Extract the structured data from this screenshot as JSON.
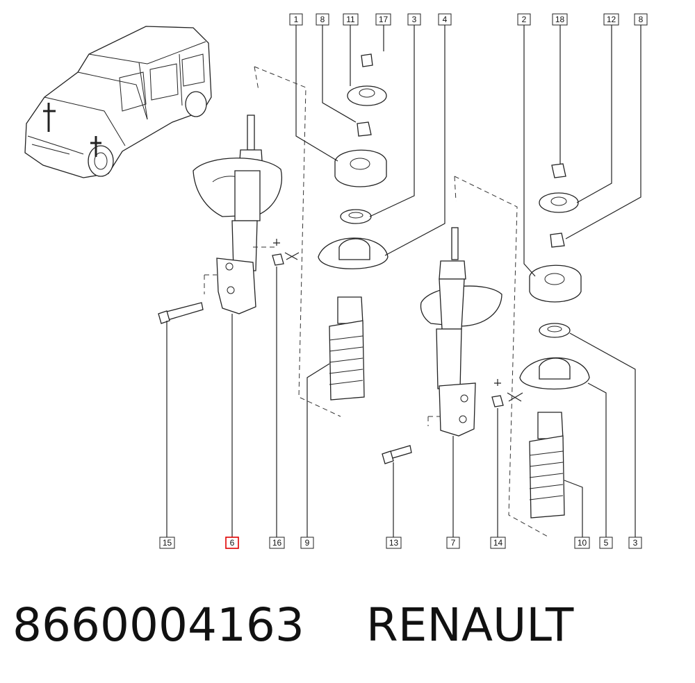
{
  "callouts_top": [
    "1",
    "8",
    "11",
    "17",
    "3",
    "4",
    "2",
    "18",
    "12",
    "8"
  ],
  "callouts_bottom": [
    "15",
    "6",
    "16",
    "9",
    "13",
    "7",
    "14",
    "10",
    "5",
    "3"
  ],
  "highlighted_callout": "6",
  "footer": {
    "part_number": "8660004163",
    "brand": "RENAULT"
  }
}
